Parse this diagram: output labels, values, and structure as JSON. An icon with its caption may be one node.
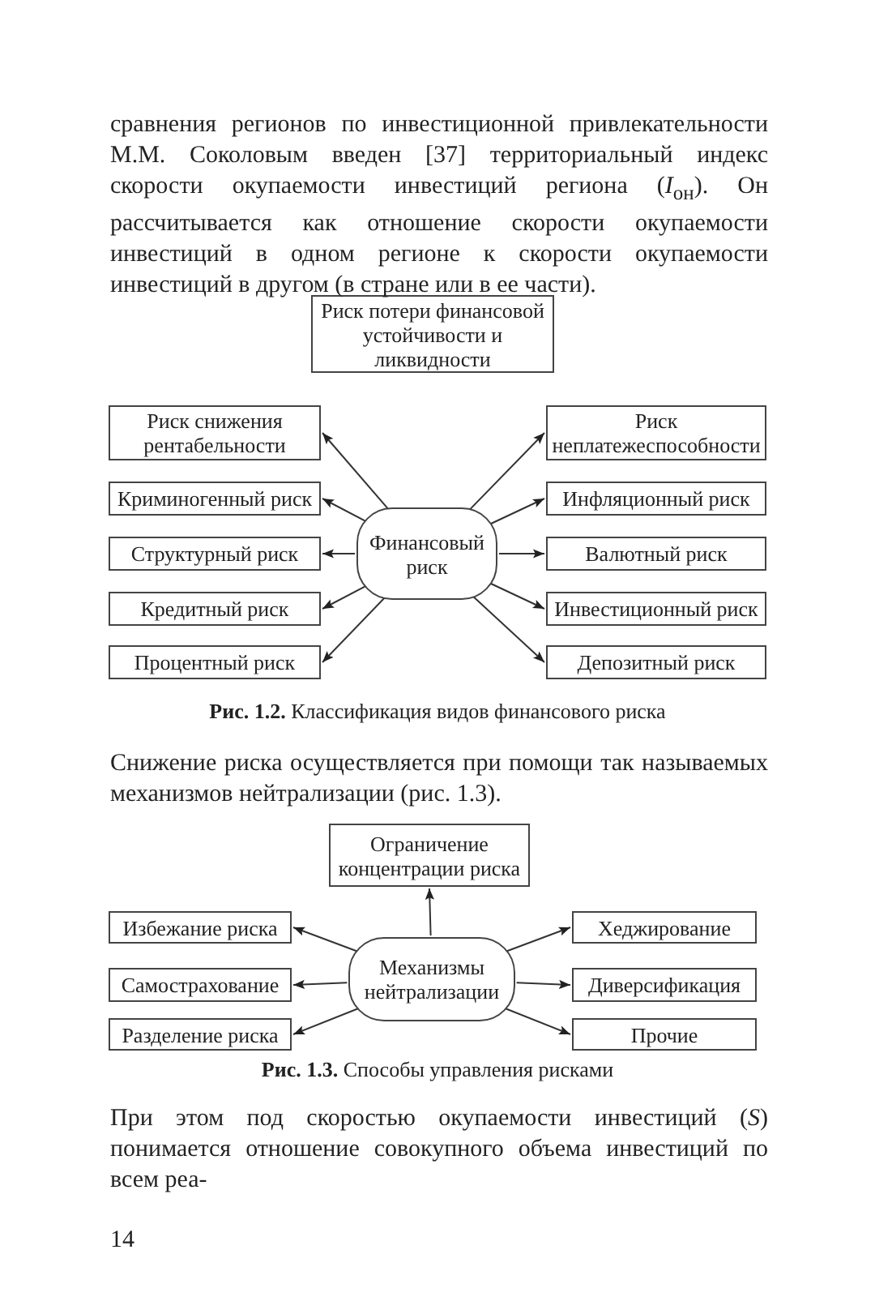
{
  "diagram": {
    "nodes": [
      {
        "text": [
          "Риск потери финансовой устойчивости и ликвидности"
        ]
      },
      {
        "text": [
          "Риск снижения рентабельности"
        ]
      },
      {
        "text": [
          "Риск неплатежеспособности"
        ]
      },
      {
        "text": [
          "Криминогенный риск"
        ]
      },
      {
        "text": [
          "Инфляционный риск"
        ]
      },
      {
        "text": [
          "Структурный риск"
        ]
      },
      {
        "text": [
          "Финансовый риск"
        ]
      },
      {
        "text": [
          "Валютный риск"
        ]
      },
      {
        "text": [
          "Кредитный риск"
        ]
      },
      {
        "text": [
          "Инвестиционный риск"
        ]
      },
      {
        "text": [
          "Процентный риск"
        ]
      },
      {
        "text": [
          "Депозитный риск"
        ]
      },
      {
        "text": [
          "Ограничение концентрации риска"
        ]
      },
      {
        "text": [
          "Избежание риска"
        ]
      },
      {
        "text": [
          "Хеджирование"
        ]
      },
      {
        "text": [
          "Самострахование"
        ]
      },
      {
        "text": [
          "Механизмы нейтрализации"
        ]
      },
      {
        "text": [
          "Диверсификация"
        ]
      },
      {
        "text": [
          "Разделение риска"
        ]
      },
      {
        "text": [
          "Прочие"
        ]
      }
    ],
    "edges": [
      {
        "from": 6,
        "to": 1,
        "arrow": "to"
      },
      {
        "from": 6,
        "to": 3,
        "arrow": "to"
      },
      {
        "from": 6,
        "to": 5,
        "arrow": "to"
      },
      {
        "from": 6,
        "to": 8,
        "arrow": "to"
      },
      {
        "from": 6,
        "to": 10,
        "arrow": "to"
      },
      {
        "from": 6,
        "to": 2,
        "arrow": "to"
      },
      {
        "from": 6,
        "to": 4,
        "arrow": "to"
      },
      {
        "from": 6,
        "to": 7,
        "arrow": "to"
      },
      {
        "from": 6,
        "to": 9,
        "arrow": "to"
      },
      {
        "from": 6,
        "to": 11,
        "arrow": "to"
      },
      {
        "from": 16,
        "to": 12,
        "arrow": "to"
      },
      {
        "from": 16,
        "to": 13,
        "arrow": "to"
      },
      {
        "from": 16,
        "to": 15,
        "arrow": "to"
      },
      {
        "from": 16,
        "to": 18,
        "arrow": "to"
      },
      {
        "from": 16,
        "to": 14,
        "arrow": "to"
      },
      {
        "from": 16,
        "to": 17,
        "arrow": "to"
      },
      {
        "from": 16,
        "to": 19,
        "arrow": "to"
      }
    ],
    "labels": [
      "сравнения регионов по инвестиционной привлекательности М.М. Соколовым введен [37] территориальный индекс скорости окупаемости инвестиций региона (*I*$_{он}$). Он рассчитывается как отношение скорости окупаемости инвестиций в одном регионе к скорости окупаемости инвестиций в другом (в стране или в ее части).",
      "**Рис. 1.2.** Классификация видов финансового риска",
      "Снижение риска осуществляется при помощи так называемых механизмов нейтрализации (рис. 1.3).",
      "**Рис. 1.3.** Способы управления рисками",
      "При этом под скоростью окупаемости инвестиций (*S*) понимается отношение совокупного объема инвестиций по всем реа-",
      "14"
    ]
  }
}
